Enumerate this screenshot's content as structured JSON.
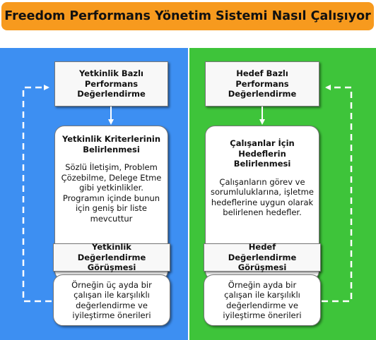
{
  "title": "Freedom Performans Yönetim Sistemi Nasıl Çalışıyor",
  "colors": {
    "title_bg": "#f79a1e",
    "left_bg": "#3d8ff2",
    "right_bg": "#3ec43a",
    "box_border": "#777777",
    "arrow": "#ffffff"
  },
  "left": {
    "top_box": [
      "Yetkinlik Bazlı",
      "Performans",
      "Değerlendirme"
    ],
    "criteria": {
      "heading": [
        "Yetkinlik Kriterlerinin",
        "Belirlenmesi"
      ],
      "body": [
        "Sözlü İletişim, Problem",
        "Çözebilme, Delege Etme",
        "gibi yetkinlikler.",
        "Programın içinde bunun",
        "için geniş bir liste",
        "mevcuttur"
      ]
    },
    "meeting": [
      "Yetkinlik",
      "Değerlendirme Görüşmesi"
    ],
    "example": [
      "Örneğin üç ayda bir",
      "çalışan ile karşılıklı",
      "değerlendirme ve",
      "iyileştirme önerileri"
    ]
  },
  "right": {
    "top_box": [
      "Hedef Bazlı",
      "Performans",
      "Değerlendirme"
    ],
    "criteria": {
      "heading": [
        "Çalışanlar İçin",
        "Hedeflerin",
        "Belirlenmesi"
      ],
      "body": [
        "Çalışanların görev ve",
        "sorumluluklarına, işletme",
        "hedeflerine uygun olarak",
        "belirlenen hedefler."
      ]
    },
    "meeting": [
      "Hedef",
      "Değerlendirme Görüşmesi"
    ],
    "example": [
      "Örneğin ayda bir",
      "çalışan ile karşılıklı",
      "değerlendirme ve",
      "iyileştirme önerileri"
    ]
  }
}
